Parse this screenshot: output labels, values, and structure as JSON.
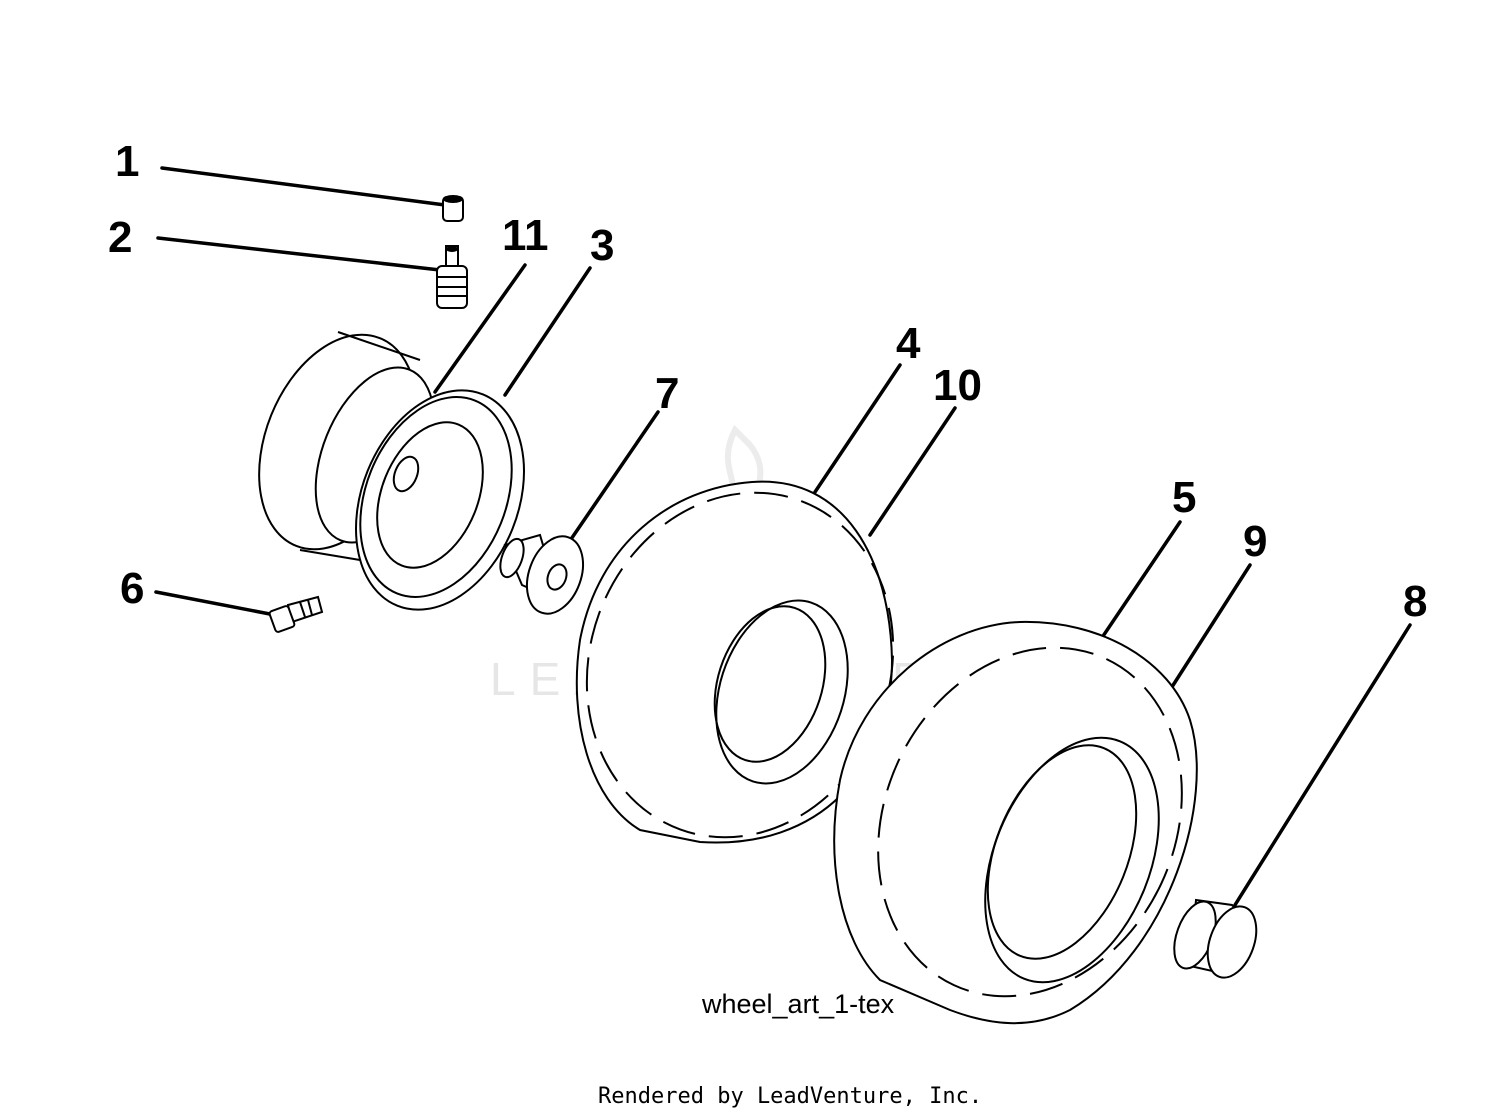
{
  "callouts": [
    "1",
    "2",
    "11",
    "3",
    "7",
    "4",
    "10",
    "5",
    "9",
    "8",
    "6"
  ],
  "caption": "wheel_art_1-tex",
  "credit": "Rendered by LeadVenture, Inc.",
  "watermark": "LEADVENTURE",
  "colors": {
    "line": "#000000",
    "background": "#ffffff",
    "watermark": "#e6e6e6"
  }
}
